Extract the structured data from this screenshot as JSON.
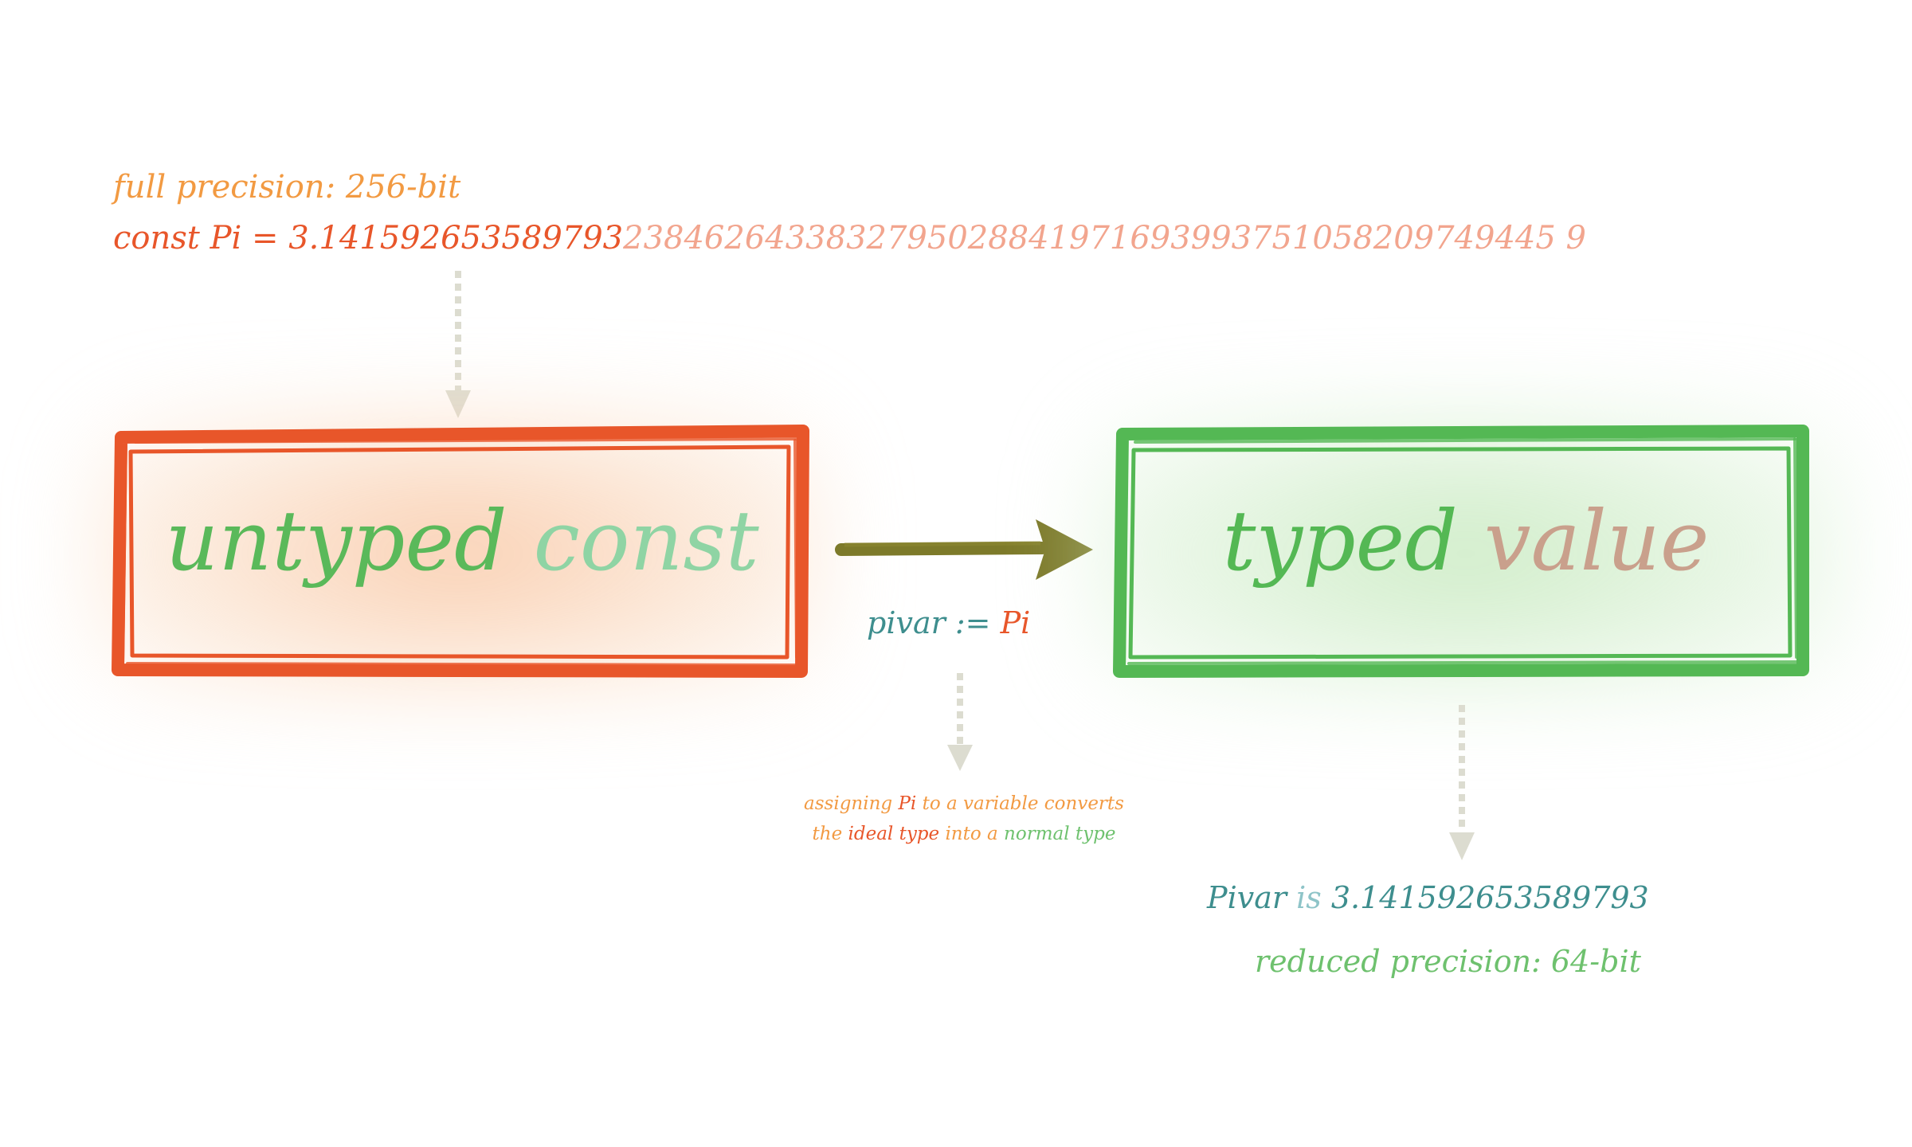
{
  "colors": {
    "orange_red": "#e8562a",
    "orange": "#f29a42",
    "faint_orange": "#f2a58e",
    "green": "#54b854",
    "light_green": "#8fd4a4",
    "tan": "#c9a08c",
    "teal": "#3e8e8e",
    "olive_arrow": "#7d7a2a",
    "dotted_arrow": "#dcdcd0"
  },
  "top": {
    "precision_label": "full precision: 256-bit",
    "const_prefix": "const Pi = ",
    "const_value_strong": "3.141592653589793",
    "const_value_faint": "2384626433832795028841971693993751058209749445 9"
  },
  "untyped_box": {
    "word1": "untyped",
    "word2": "const"
  },
  "typed_box": {
    "word1": "typed",
    "word2": "value"
  },
  "assignment": {
    "var": "pivar",
    "op": " := ",
    "src": "Pi"
  },
  "caption": {
    "p1": "assigning ",
    "p2": "Pi",
    "p3": " to a variable converts",
    "p4": "the ",
    "p5": "ideal type",
    "p6": " into a ",
    "p7": "normal type"
  },
  "result": {
    "var": "Pivar",
    "is": " is ",
    "value": "3.141592653589793",
    "precision": "reduced precision: 64-bit"
  }
}
